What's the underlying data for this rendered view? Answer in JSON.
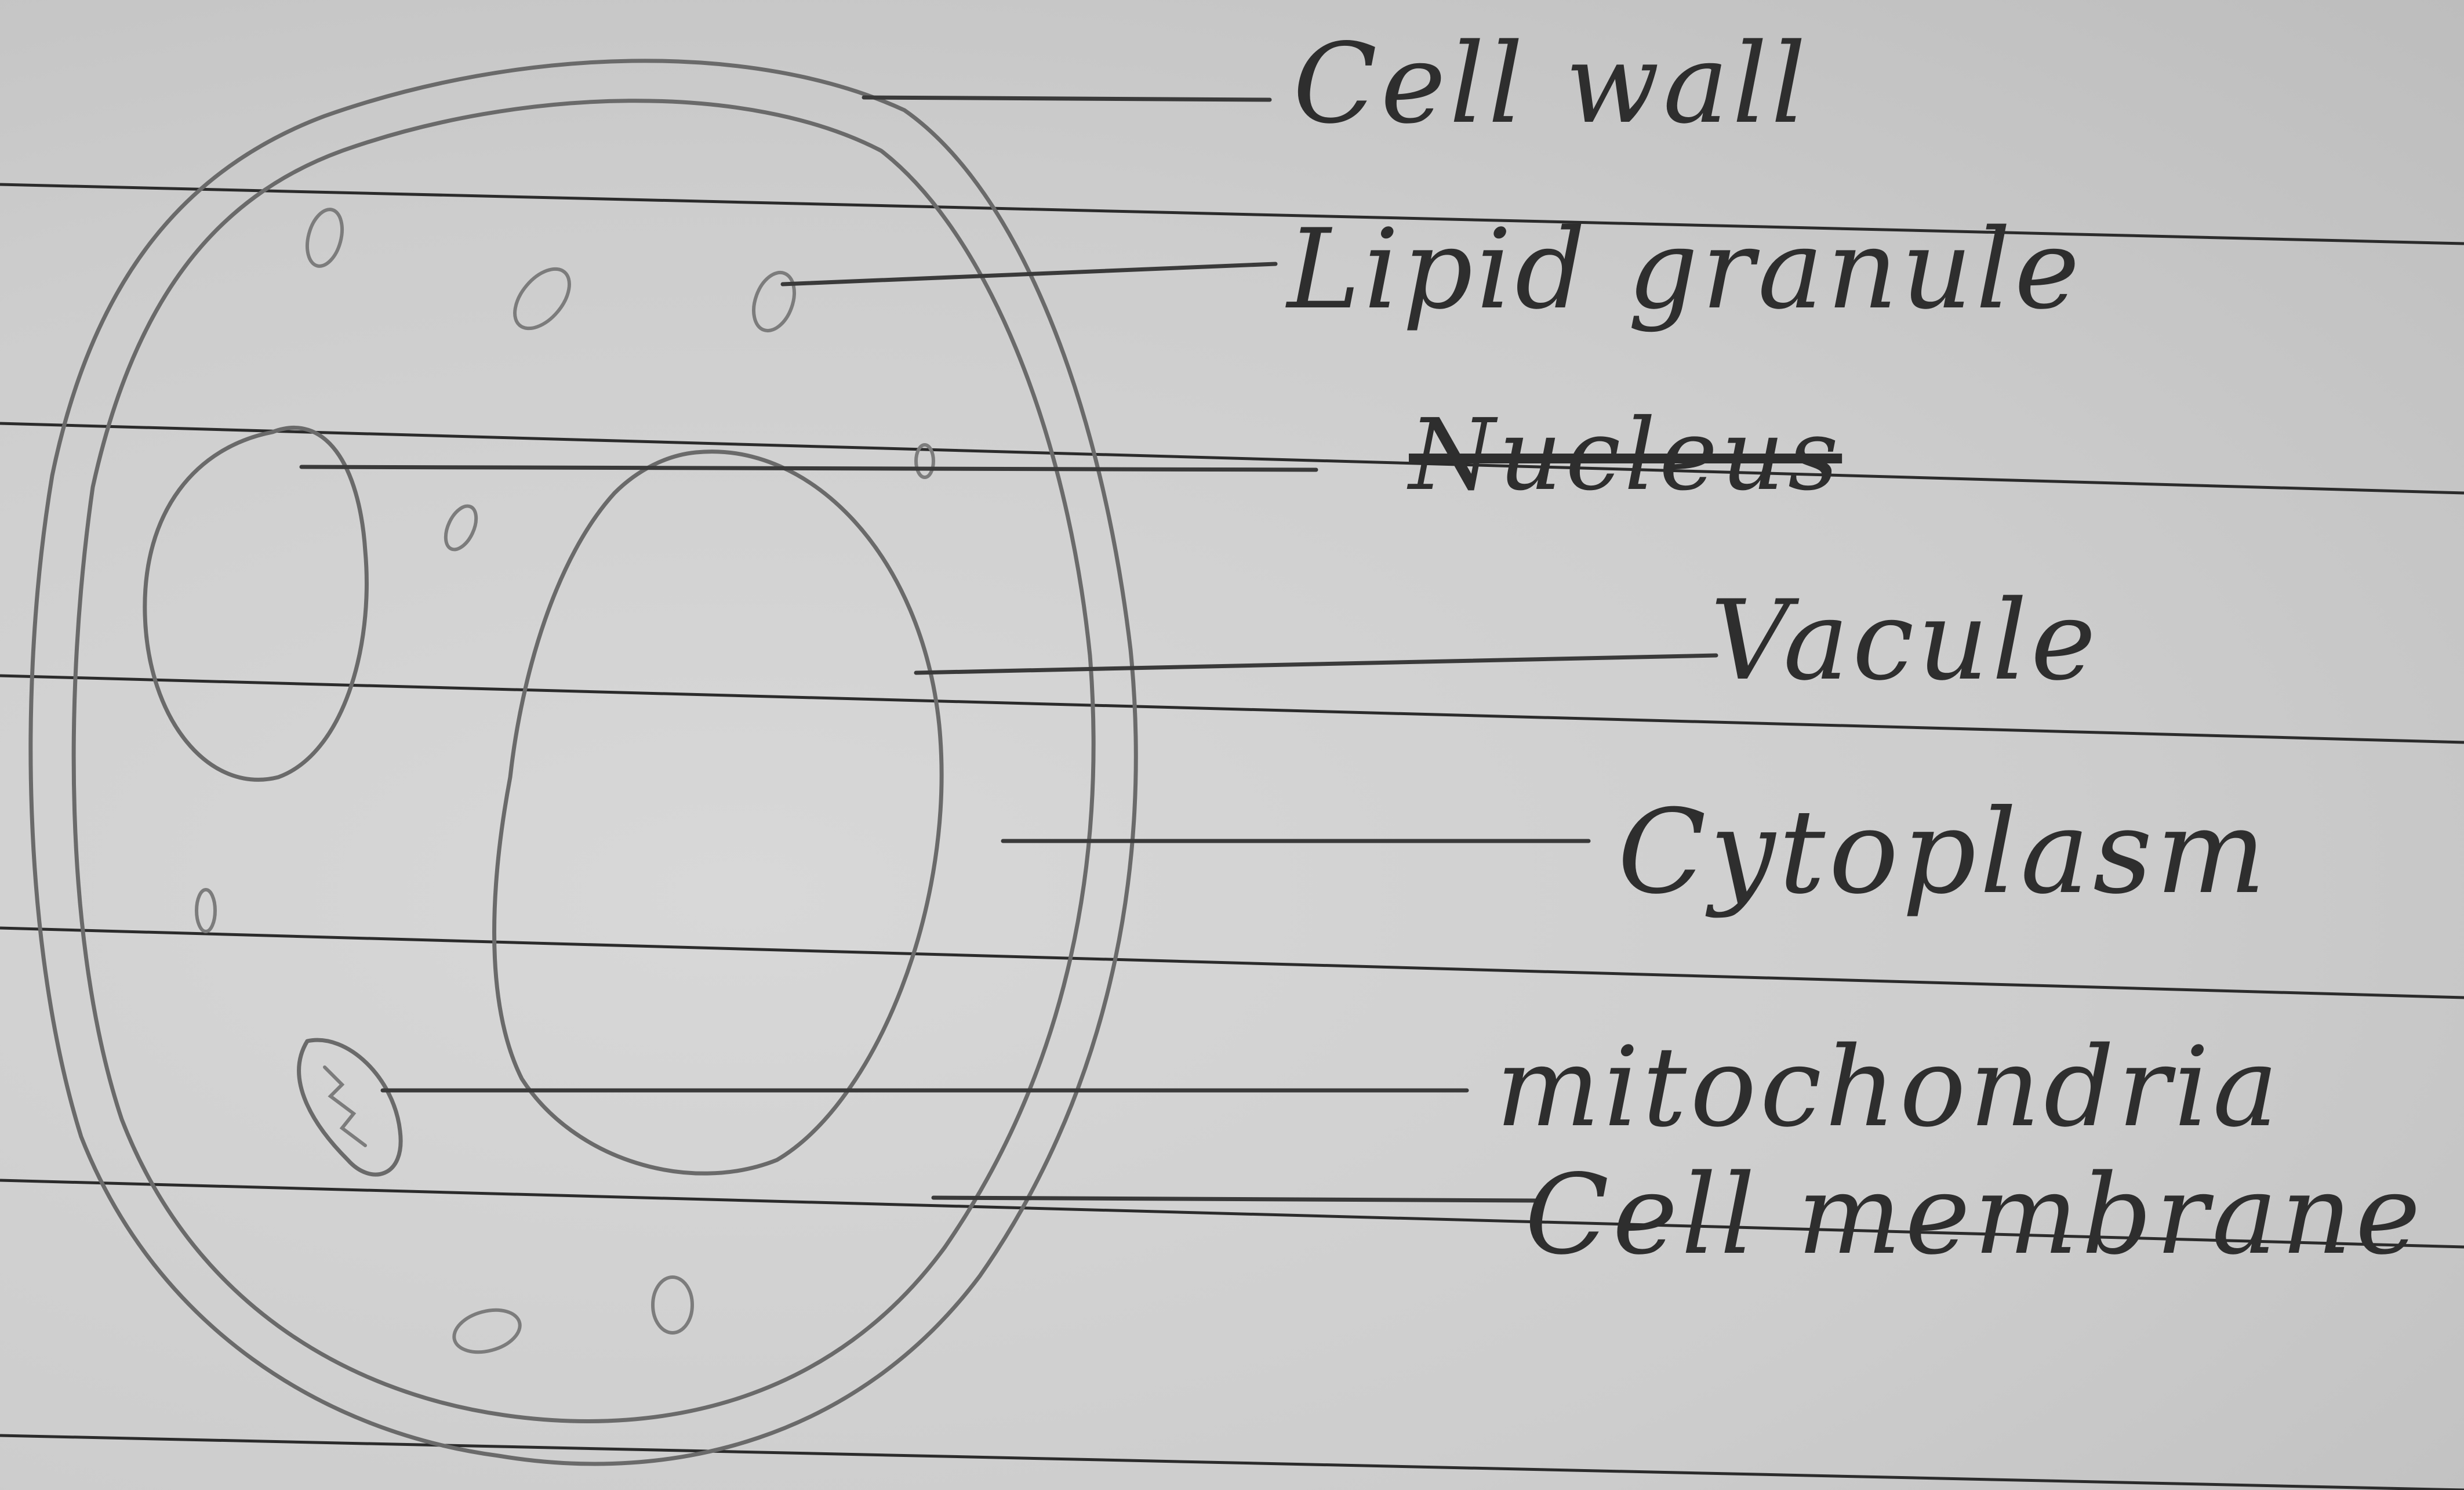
{
  "diagram": {
    "labels": {
      "cell_wall": "Cell wall",
      "lipid_granule": "Lipid granule",
      "nucleus": "Nucleus",
      "vacule": "Vacule",
      "cytoplasm": "Cytoplasm",
      "mitochondria": "mitochondria",
      "cell_membrane": "Cell membrane"
    },
    "colors": {
      "paper": "#cdcdcd",
      "pencil": "#6a6a6a",
      "ink": "#2e2e2e",
      "ruling": "#2b2b2b"
    }
  }
}
